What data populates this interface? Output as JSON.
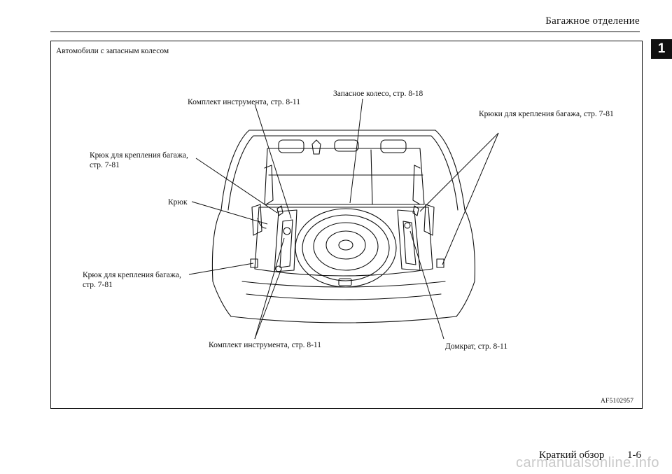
{
  "header": {
    "title": "Багажное отделение",
    "tab_number": "1"
  },
  "figure": {
    "caption": "Автомобили с запасным колесом",
    "image_code": "AF5102957",
    "callouts": {
      "tool_kit_top": "Комплект инструмента, стр. 8-11",
      "spare_wheel": "Запасное колесо, стр. 8-18",
      "hooks_right": "Крюки для крепления багажа, стр. 7-81",
      "hook_upper_left_1": "Крюк для крепления багажа,",
      "hook_upper_left_2": "стр. 7-81",
      "hook": "Крюк",
      "hook_lower_left_1": "Крюк для крепления багажа,",
      "hook_lower_left_2": "стр. 7-81",
      "tool_kit_bottom": "Комплект инструмента, стр. 8-11",
      "jack": "Домкрат, стр. 8-11"
    }
  },
  "footer": {
    "section": "Краткий обзор",
    "page": "1-6"
  },
  "watermark": "carmanualsonline.info"
}
